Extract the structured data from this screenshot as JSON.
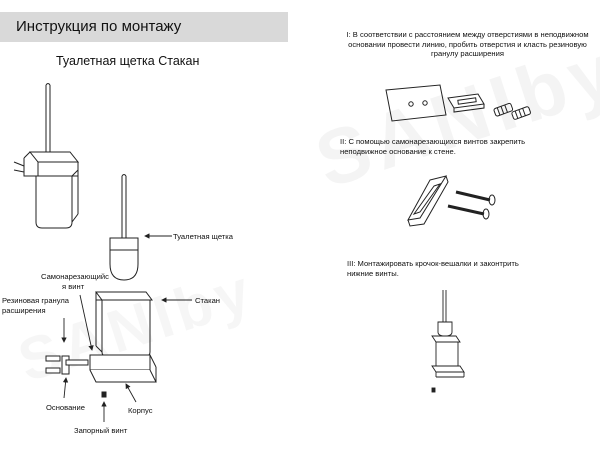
{
  "header": {
    "title": "Инструкция по монтажу"
  },
  "subtitle": "Туалетная щетка Стакан",
  "watermark": "SANIby",
  "labels": {
    "brush": "Туалетная щетка",
    "screw_line1": "Самонарезающийс",
    "screw_line2": "я винт",
    "cup": "Стакан",
    "granule_line1": "Резиновая гранула",
    "granule_line2": "расширения",
    "base": "Основание",
    "body": "Корпус",
    "lock_screw": "Запорный винт"
  },
  "steps": {
    "s1_line1": "I: В соответствии с расстоянием между отверстиями в неподвижном",
    "s1_line2": "основании провести линию, пробить отверстия и класть резиновую",
    "s1_line3": "гранулу расширения",
    "s2_line1": "II: С помощью самонарезающихся винтов закрепить",
    "s2_line2": "неподвижное основание к стене.",
    "s3_line1": "III: Монтажировать крочок-вешалки и законтрить",
    "s3_line2": "нижние винты."
  },
  "colors": {
    "header_bg": "#d9d9d9",
    "line": "#222222"
  }
}
